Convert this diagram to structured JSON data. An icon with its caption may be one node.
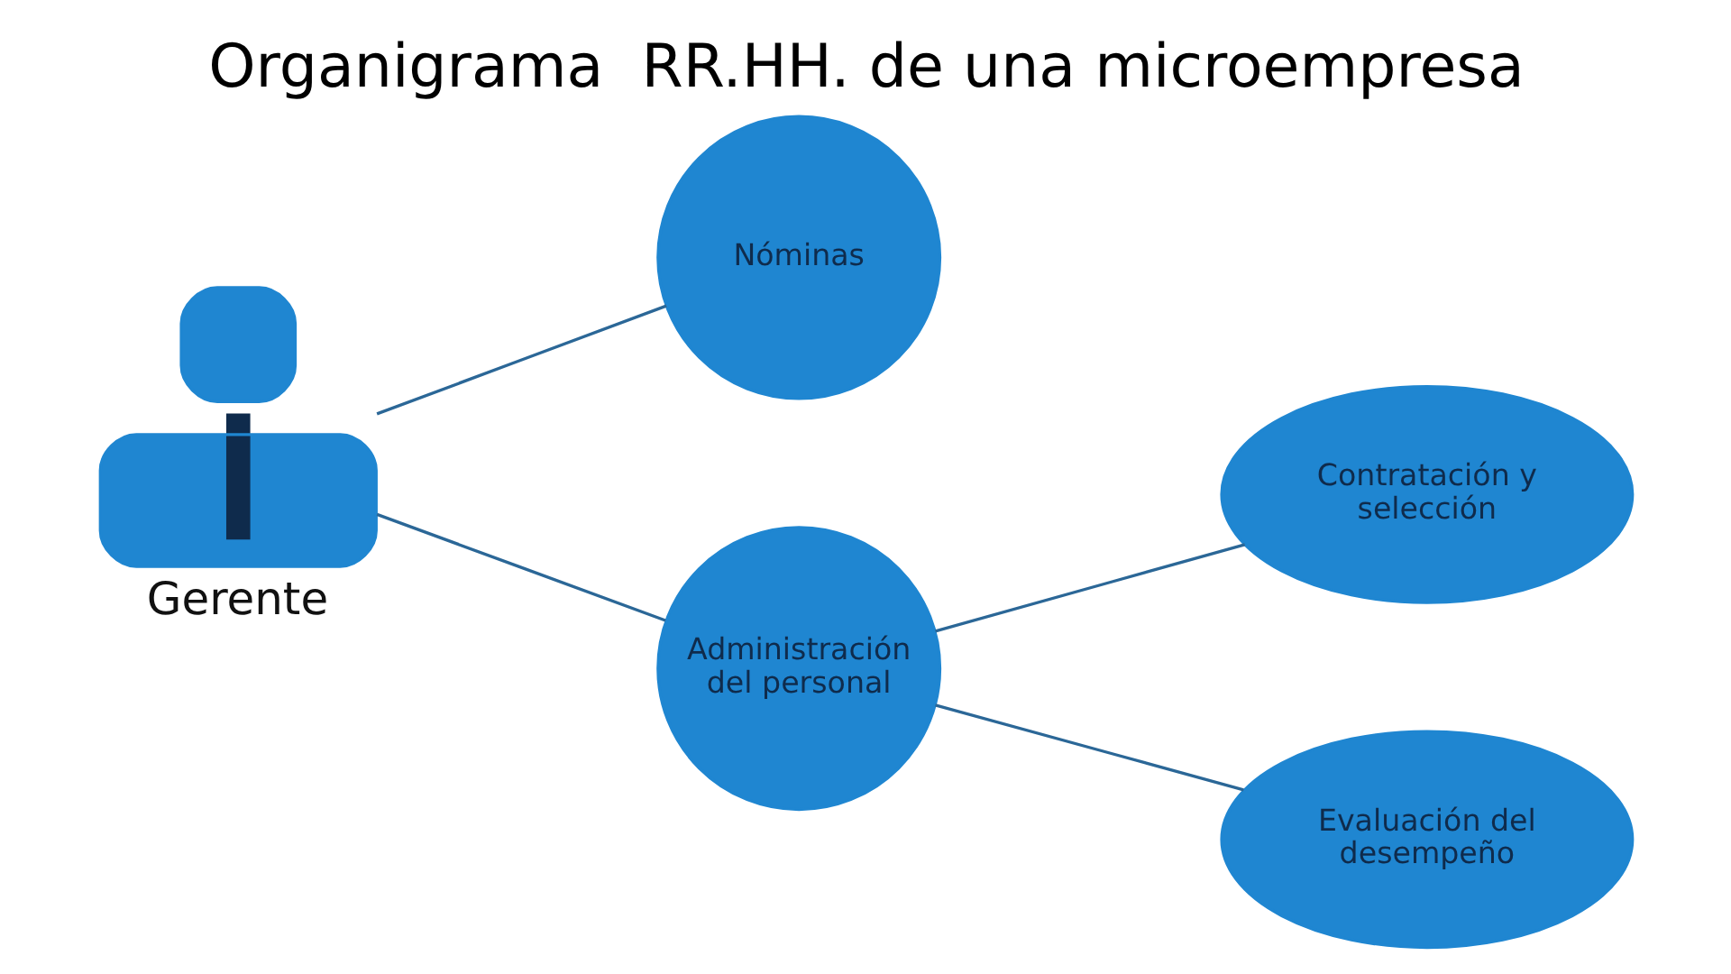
{
  "diagram": {
    "title": "Organigrama  RR.HH. de una microempresa",
    "nodes": [
      {
        "text": [
          "Gerente"
        ]
      },
      {
        "text": [
          "Nóminas"
        ]
      },
      {
        "text": [
          "Administración del personal"
        ]
      },
      {
        "text": [
          "Contratación y selección"
        ]
      },
      {
        "text": [
          "Evaluación del desempeño"
        ]
      }
    ],
    "edges": [
      {
        "from": 0,
        "to": 1,
        "arrow": "none"
      },
      {
        "from": 0,
        "to": 2,
        "arrow": "none"
      },
      {
        "from": 2,
        "to": 3,
        "arrow": "none"
      },
      {
        "from": 2,
        "to": 4,
        "arrow": "none"
      }
    ]
  }
}
